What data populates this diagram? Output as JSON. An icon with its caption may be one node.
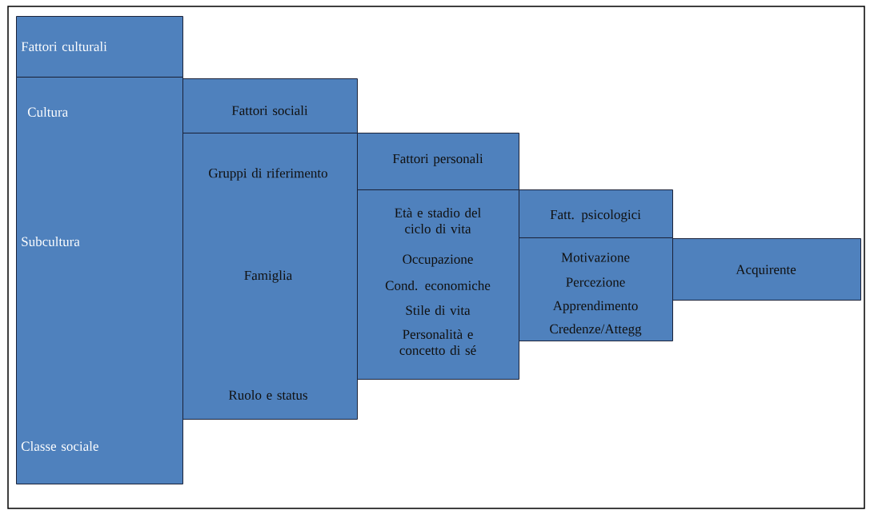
{
  "diagram": {
    "nodes": [
      {
        "text": [
          "Fattori culturali"
        ]
      },
      {
        "text": [
          "Cultura",
          "Subcultura",
          "Classe sociale"
        ]
      },
      {
        "text": [
          "Fattori sociali"
        ]
      },
      {
        "text": [
          "Gruppi di riferimento",
          "Famiglia",
          "Ruolo e status"
        ]
      },
      {
        "text": [
          "Fattori personali"
        ]
      },
      {
        "text": [
          "Età e stadio del ciclo di vita",
          "Occupazione",
          "Cond. economiche",
          "Stile di vita",
          "Personalità e concetto di sé"
        ]
      },
      {
        "text": [
          "Fatt. psicologici"
        ]
      },
      {
        "text": [
          "Motivazione",
          "Percezione",
          "Apprendimento",
          "Credenze/Attegg"
        ]
      },
      {
        "text": [
          "Acquirente"
        ]
      }
    ]
  }
}
